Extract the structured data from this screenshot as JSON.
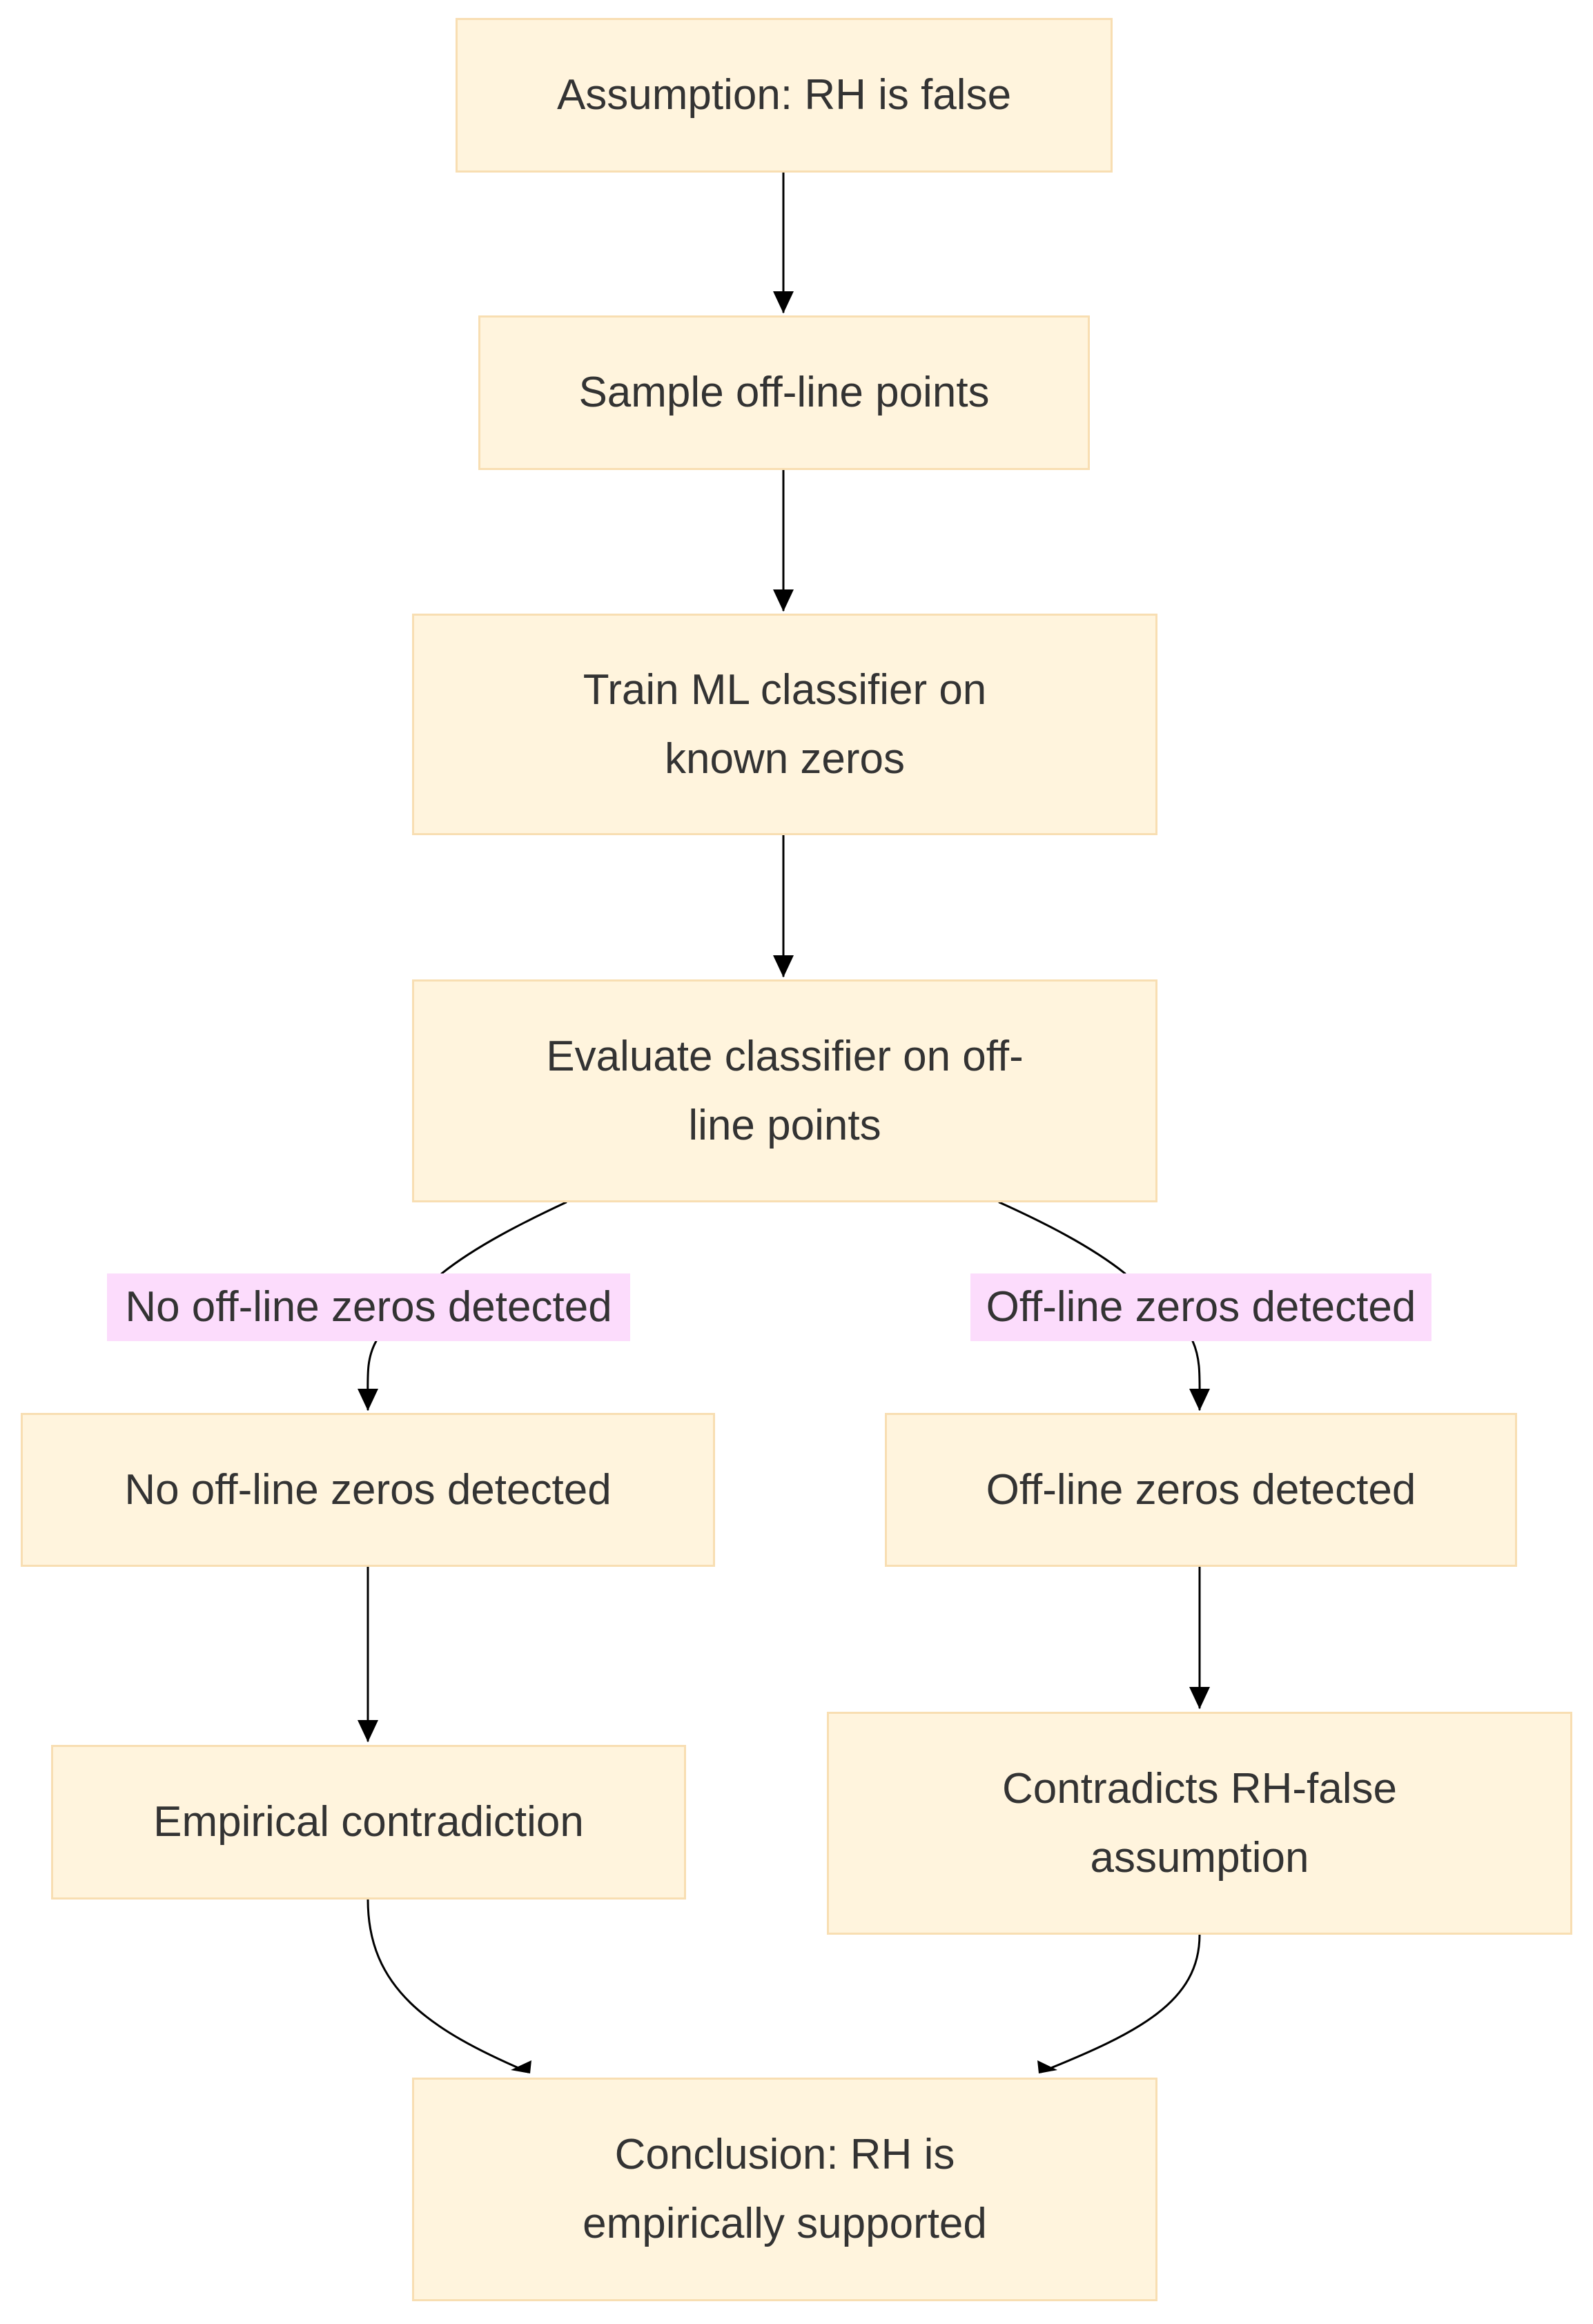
{
  "diagram": {
    "nodes": {
      "assumption": "Assumption: RH is false",
      "sample": "Sample off-line points",
      "train": "Train ML classifier on known zeros",
      "evaluate": "Evaluate classifier on off-line points",
      "no_zeros": "No off-line zeros detected",
      "zeros": "Off-line zeros detected",
      "empirical": "Empirical contradiction",
      "contradicts": "Contradicts RH-false assumption",
      "conclusion": "Conclusion: RH is empirically supported"
    },
    "edge_labels": {
      "left": "No off-line zeros detected",
      "right": "Off-line zeros detected"
    },
    "colors": {
      "node_fill": "#fff4dd",
      "node_border": "#f8deb2",
      "label_fill": "#fcdcfc",
      "edge": "#000000",
      "text": "#333333"
    }
  }
}
